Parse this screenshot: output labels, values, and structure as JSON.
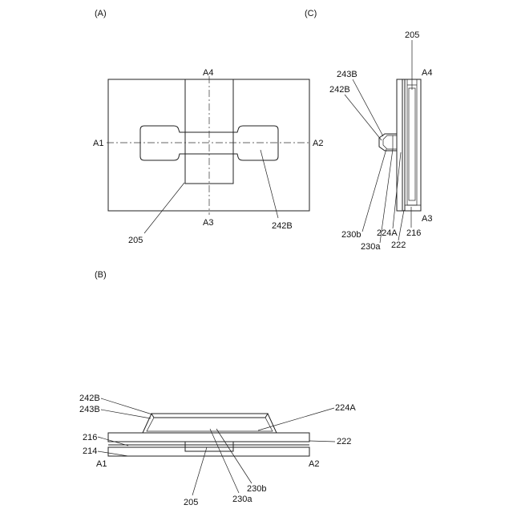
{
  "panels": {
    "A": "(A)",
    "B": "(B)",
    "C": "(C)"
  },
  "labels": {
    "a1": "A1",
    "a2": "A2",
    "a3": "A3",
    "a4": "A4",
    "r205": "205",
    "r242B": "242B",
    "r243B": "243B",
    "r230a": "230a",
    "r230b": "230b",
    "r224A": "224A",
    "r216": "216",
    "r222": "222",
    "r214": "214"
  }
}
